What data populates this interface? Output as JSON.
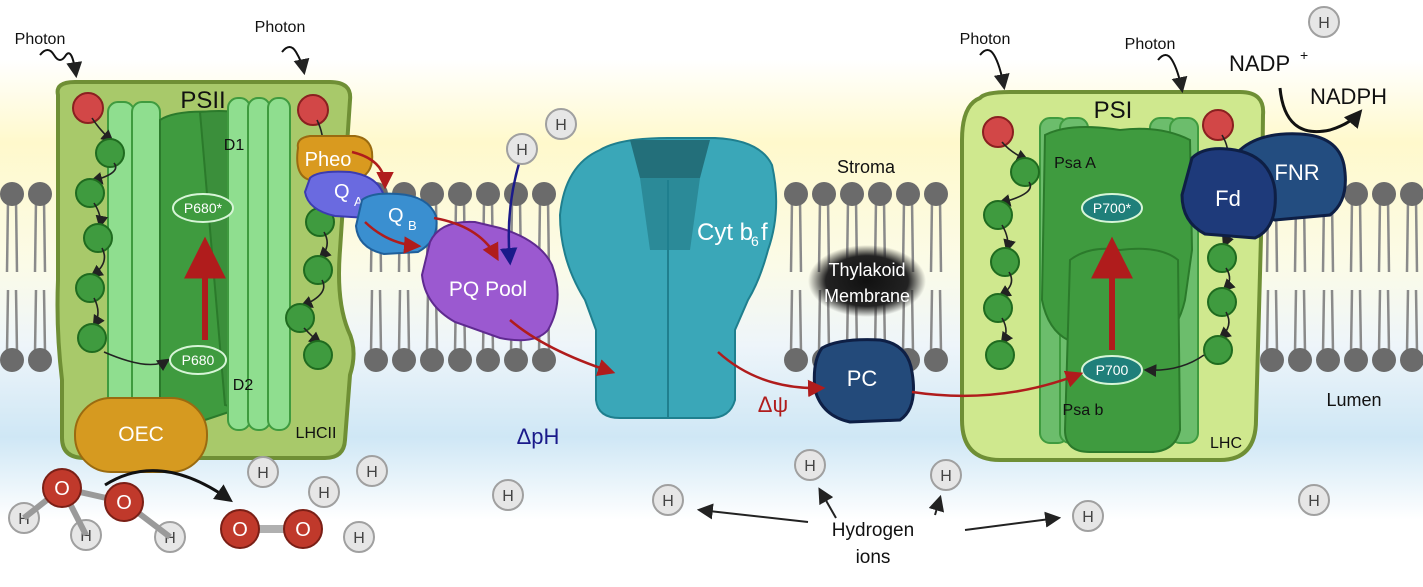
{
  "labels": {
    "photon": "Photon",
    "psii": "PSII",
    "d1": "D1",
    "d2": "D2",
    "p680_star": "P680*",
    "p680": "P680",
    "pheo": "Pheo",
    "qa_main": "Q",
    "qa_sub": "A",
    "qb_main": "Q",
    "qb_sub": "B",
    "lhcii": "LHCII",
    "oec": "OEC",
    "pq_pool": "PQ Pool",
    "cyt_main": "Cyt b",
    "cyt_sub": "6",
    "cyt_tail": "f",
    "stroma": "Stroma",
    "membrane_line1": "Thylakoid",
    "membrane_line2": "Membrane",
    "pc": "PC",
    "delta_psi": "Δψ",
    "delta_ph": "ΔpH",
    "psi": "PSI",
    "psa_a": "Psa A",
    "psa_b": "Psa b",
    "p700_star": "P700*",
    "p700": "P700",
    "lhc": "LHC",
    "fd": "Fd",
    "fnr": "FNR",
    "nadp_main": "NADP",
    "nadp_sup": "+",
    "nadph": "NADPH",
    "lumen": "Lumen",
    "hydrogen_line1": "Hydrogen",
    "hydrogen_line2": "ions",
    "h": "H",
    "o": "O"
  },
  "colors": {
    "stroma_band": "#fdf8c8",
    "lumen_band": "#d6ecf7",
    "lipid_head": "#6b6b6b",
    "psii_outer": "#a8c96a",
    "psi_outer": "#cfe88e",
    "protein_green": "#3f9b3f",
    "light_green": "#8fde8f",
    "chlorophyll_red": "#d24747",
    "pheo": "#d99a1f",
    "qa": "#6a6ae0",
    "qb": "#3a8fd0",
    "pq_pool": "#9b59d0",
    "cytb6f": "#3aa7b8",
    "pc": "#234a7a",
    "fd": "#1e3a7a",
    "fnr": "#234d80",
    "oec": "#d69a20",
    "oxygen": "#c0392b",
    "electron_arrow": "#b01c1c",
    "proton_arrow": "#1a1a8a",
    "delta_ph_text": "#1a1a8a",
    "delta_psi_text": "#b01c1c"
  },
  "icons": {
    "photon": "wavy-photon-arrow-icon",
    "hydrogen": "hydrogen-ion-icon",
    "oxygen": "oxygen-atom-icon"
  }
}
